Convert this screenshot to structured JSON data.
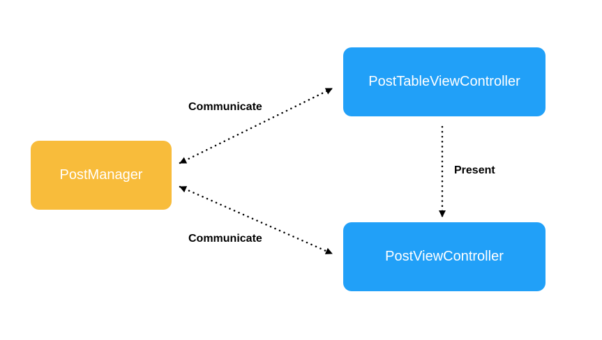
{
  "colors": {
    "manager_fill": "#F8BC3B",
    "controller_fill": "#21A0F8",
    "node_text": "#FFFFFF",
    "edge": "#000000"
  },
  "nodes": {
    "manager": {
      "label": "PostManager"
    },
    "table_controller": {
      "label": "PostTableViewController"
    },
    "view_controller": {
      "label": "PostViewController"
    }
  },
  "edges": [
    {
      "id": "manager-table",
      "label": "Communicate",
      "style": "dotted",
      "arrows": "both"
    },
    {
      "id": "manager-view",
      "label": "Communicate",
      "style": "dotted",
      "arrows": "both"
    },
    {
      "id": "table-view",
      "label": "Present",
      "style": "dotted",
      "arrows": "end"
    }
  ]
}
